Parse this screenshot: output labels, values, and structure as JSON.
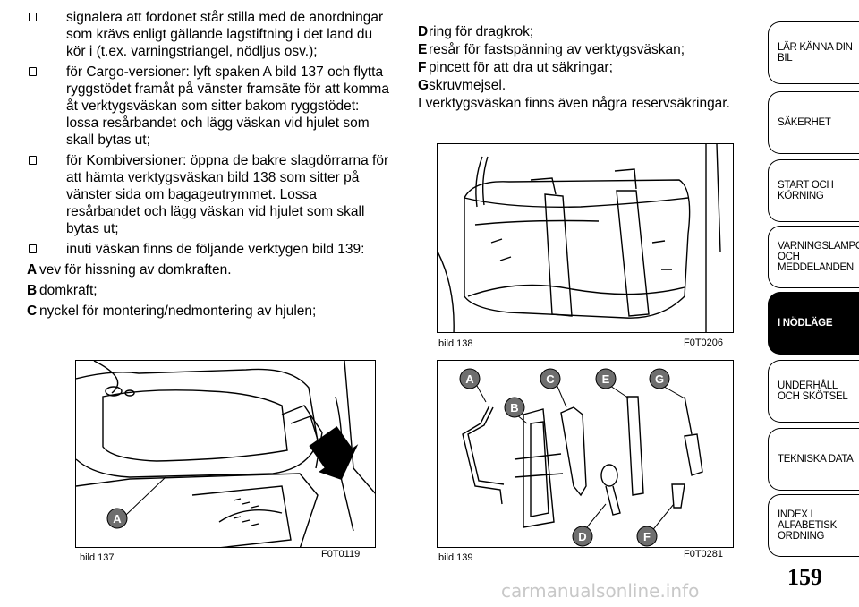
{
  "left_column": {
    "bullets": [
      "signalera att fordonet står stilla med de anordningar som krävs enligt gällande lagstiftning i det land du kör i (t.ex. varningstriangel, nödljus osv.);",
      "för Cargo-versioner: lyft spaken A bild 137 och flytta ryggstödet framåt på vänster framsäte för att komma åt verktygsväskan som sitter bakom ryggstödet: lossa resårbandet och lägg väskan vid hjulet som skall bytas ut;",
      "för Kombiversioner: öppna de bakre slagdörrarna för att hämta verktygsväskan bild 138 som sitter på vänster sida om bagageutrymmet. Lossa resårbandet och lägg väskan vid hjulet som skall bytas ut;",
      "inuti väskan finns de följande verktygen bild 139:"
    ],
    "tools": [
      {
        "letter": "A",
        "text": "vev för hissning av domkraften."
      },
      {
        "letter": "B",
        "text": "domkraft;"
      },
      {
        "letter": "C",
        "text": "nyckel för montering/nedmontering av hjulen;"
      }
    ]
  },
  "right_column": {
    "tools": [
      {
        "letter": "D",
        "text": "ring för dragkrok;"
      },
      {
        "letter": "E",
        "text": "resår för fastspänning av verktygsväskan;"
      },
      {
        "letter": "F",
        "text": "pincett för att dra ut säkringar;"
      },
      {
        "letter": "G",
        "text": "skruvmejsel."
      }
    ],
    "note": "I verktygsväskan finns även några reservsäkringar."
  },
  "figures": {
    "fig137": {
      "caption": "bild 137",
      "code": "F0T0119",
      "callout": "A"
    },
    "fig138": {
      "caption": "bild 138",
      "code": "F0T0206"
    },
    "fig139": {
      "caption": "bild 139",
      "code": "F0T0281",
      "callouts": [
        "A",
        "B",
        "C",
        "D",
        "E",
        "F",
        "G"
      ]
    }
  },
  "sidebar": {
    "tabs": [
      "LÄR KÄNNA DIN BIL",
      "SÄKERHET",
      "START OCH KÖRNING",
      "VARNINGSLAMPOR OCH MEDDELANDEN",
      "I NÖDLÄGE",
      "UNDERHÅLL OCH SKÖTSEL",
      "TEKNISKA DATA",
      "INDEX I ALFABETISK ORDNING"
    ],
    "active_index": 4
  },
  "page_number": "159",
  "watermark": "carmanualsonline.info",
  "colors": {
    "callout_fill": "#6e6e6e",
    "active_tab": "#000000"
  }
}
